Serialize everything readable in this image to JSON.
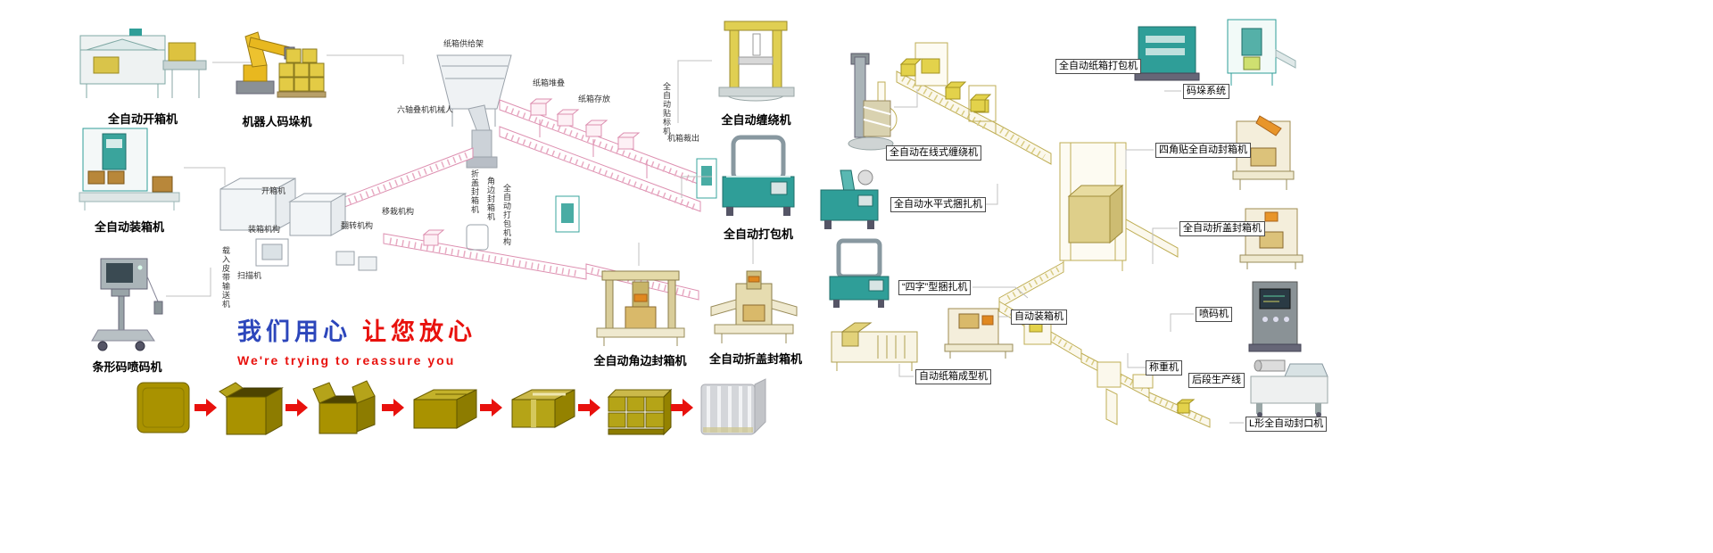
{
  "slogan": {
    "cn_part1": "我们用心",
    "cn_part2": "让您放心",
    "en": "We're trying to reassure you"
  },
  "left_machines": [
    {
      "label": "全自动开箱机"
    },
    {
      "label": "机器人码垛机"
    },
    {
      "label": "全自动装箱机"
    },
    {
      "label": "条形码喷码机"
    }
  ],
  "mid_machines": [
    {
      "label": "全自动缠绕机"
    },
    {
      "label": "全自动打包机"
    },
    {
      "label": "全自动角边封箱机"
    },
    {
      "label": "全自动折盖封箱机"
    }
  ],
  "diagram_labels": [
    "纸箱供给架",
    "纸箱堆叠",
    "纸箱存放",
    "六轴叠机机械人",
    "全自动贴标机",
    "机箱裁出",
    "开箱机",
    "装箱机构",
    "翻转机构",
    "移栽机构",
    "折盖封箱机",
    "角边封箱机",
    "全自动打包机构",
    "载入皮带输送机",
    "扫描机"
  ],
  "right_labels": [
    "全自动纸箱打包机",
    "码垛系统",
    "四角贴全自动封箱机",
    "全自动在线式缠绕机",
    "全自动水平式捆扎机",
    "全自动折盖封箱机",
    "“四字”型捆扎机",
    "自动装箱机",
    "喷码机",
    "自动纸箱成型机",
    "称重机",
    "后段生产线",
    "L形全自动封口机"
  ],
  "process_steps": {
    "count": 7,
    "icons": [
      "flat-blank",
      "opened-box",
      "flap-open-box",
      "closed-box",
      "sealed-box",
      "pallet-stack",
      "wrapped-pallet"
    ]
  },
  "colors": {
    "accent_red": "#e8110d",
    "accent_blue": "#2c46bb",
    "box_olive": "#a99200",
    "machine_teal": "#2f9e98",
    "wireframe_pink": "#dd8fb0",
    "wireframe_khaki": "#bfae55"
  }
}
